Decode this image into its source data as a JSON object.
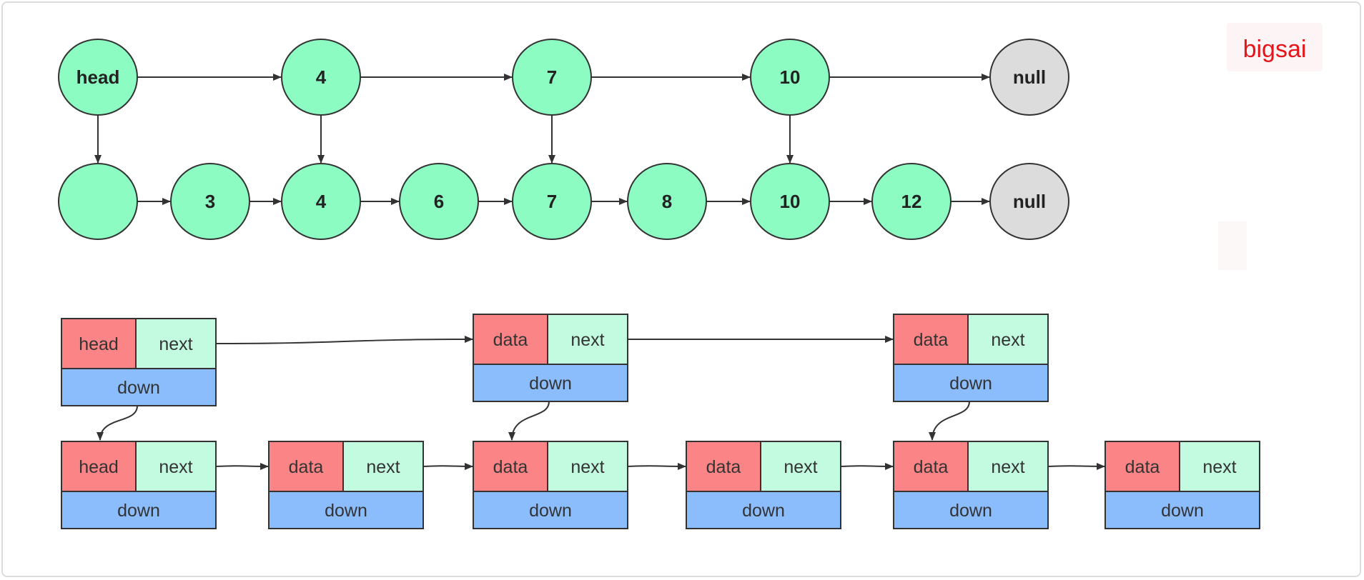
{
  "watermark": {
    "text": "bigsai",
    "color": "#e8141b",
    "bg": "#fdf5f5"
  },
  "colors": {
    "node_fill": "#8cfcc2",
    "null_fill": "#dcdcdc",
    "cell_red": "#fb8487",
    "cell_green": "#c3fbe0",
    "cell_blue": "#8bbdfd",
    "stroke": "#333333"
  },
  "skiplist_circles": {
    "index_level": [
      "head",
      "4",
      "7",
      "10",
      "null"
    ],
    "base_level": [
      "",
      "3",
      "4",
      "6",
      "7",
      "8",
      "10",
      "12",
      "null"
    ]
  },
  "node_structures": {
    "upper_level": [
      {
        "left": "head",
        "right": "next",
        "bottom": "down"
      },
      {
        "left": "data",
        "right": "next",
        "bottom": "down"
      },
      {
        "left": "data",
        "right": "next",
        "bottom": "down"
      }
    ],
    "lower_level": [
      {
        "left": "head",
        "right": "next",
        "bottom": "down"
      },
      {
        "left": "data",
        "right": "next",
        "bottom": "down"
      },
      {
        "left": "data",
        "right": "next",
        "bottom": "down"
      },
      {
        "left": "data",
        "right": "next",
        "bottom": "down"
      },
      {
        "left": "data",
        "right": "next",
        "bottom": "down"
      },
      {
        "left": "data",
        "right": "next",
        "bottom": "down"
      }
    ]
  }
}
